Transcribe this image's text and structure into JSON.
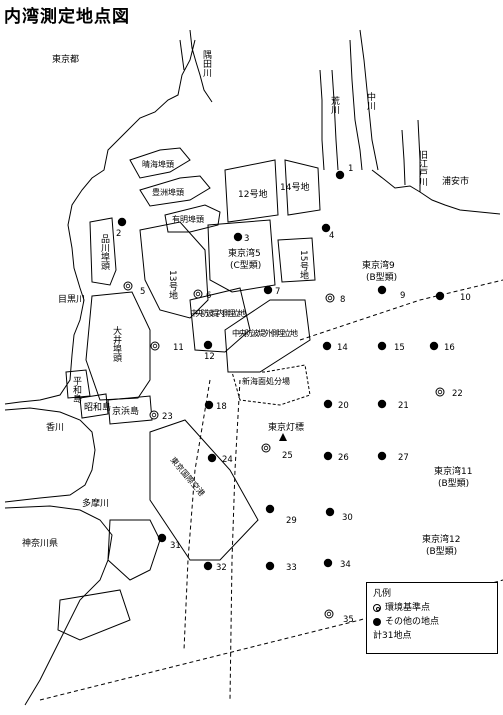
{
  "title": "内湾測定地点図",
  "labels": {
    "tokyo_to": "東京都",
    "sumida": "隅田川",
    "arakawa": "荒川",
    "nakagawa": "中川",
    "kyuedogawa": "旧江戸川",
    "urayasu": "浦安市",
    "harumi": "晴海埠頭",
    "toyosu": "豊洲埠頭",
    "ariake": "有明埠頭",
    "go12": "12号地",
    "go14": "14号地",
    "shinagawa": "品川埠頭",
    "go13": "13号地",
    "go15": "15号地",
    "bay5": "東京湾5",
    "bay5_type": "(C型類)",
    "bay9": "東京湾9",
    "bay9_type": "(B型類)",
    "meguro": "目黒川",
    "chuo_in": "中央防波堤内側埋立地",
    "chuo_out": "中央防波堤外側埋立地",
    "shinkai": "新海面処分場",
    "ooi": "大井埠頭",
    "heiwa": "平和島",
    "showa": "昭和島",
    "keihin": "京浜島",
    "kaiya": "香川",
    "haneda": "東京国際空港",
    "lighthouse": "東京灯標",
    "tama": "多摩川",
    "kanagawa": "神奈川県",
    "bay11": "東京湾11",
    "bay11_type": "(B型類)",
    "bay12": "東京湾12",
    "bay12_type": "(B型類)"
  },
  "legend": {
    "title": "凡例",
    "env": "環境基準点",
    "other": "その他の地点",
    "total": "計31地点"
  },
  "points": [
    {
      "id": "1",
      "type": "other"
    },
    {
      "id": "2",
      "type": "other"
    },
    {
      "id": "3",
      "type": "other"
    },
    {
      "id": "4",
      "type": "other"
    },
    {
      "id": "5",
      "type": "env"
    },
    {
      "id": "6",
      "type": "env"
    },
    {
      "id": "7",
      "type": "other"
    },
    {
      "id": "8",
      "type": "env"
    },
    {
      "id": "9",
      "type": "other"
    },
    {
      "id": "10",
      "type": "other"
    },
    {
      "id": "11",
      "type": "env"
    },
    {
      "id": "12",
      "type": "other"
    },
    {
      "id": "14",
      "type": "other"
    },
    {
      "id": "15",
      "type": "other"
    },
    {
      "id": "16",
      "type": "other"
    },
    {
      "id": "18",
      "type": "other"
    },
    {
      "id": "20",
      "type": "other"
    },
    {
      "id": "21",
      "type": "other"
    },
    {
      "id": "22",
      "type": "env"
    },
    {
      "id": "23",
      "type": "env"
    },
    {
      "id": "24",
      "type": "other"
    },
    {
      "id": "25",
      "type": "env"
    },
    {
      "id": "26",
      "type": "other"
    },
    {
      "id": "27",
      "type": "other"
    },
    {
      "id": "29",
      "type": "other"
    },
    {
      "id": "30",
      "type": "other"
    },
    {
      "id": "31",
      "type": "other"
    },
    {
      "id": "32",
      "type": "other"
    },
    {
      "id": "33",
      "type": "other"
    },
    {
      "id": "34",
      "type": "other"
    },
    {
      "id": "35",
      "type": "env"
    }
  ]
}
